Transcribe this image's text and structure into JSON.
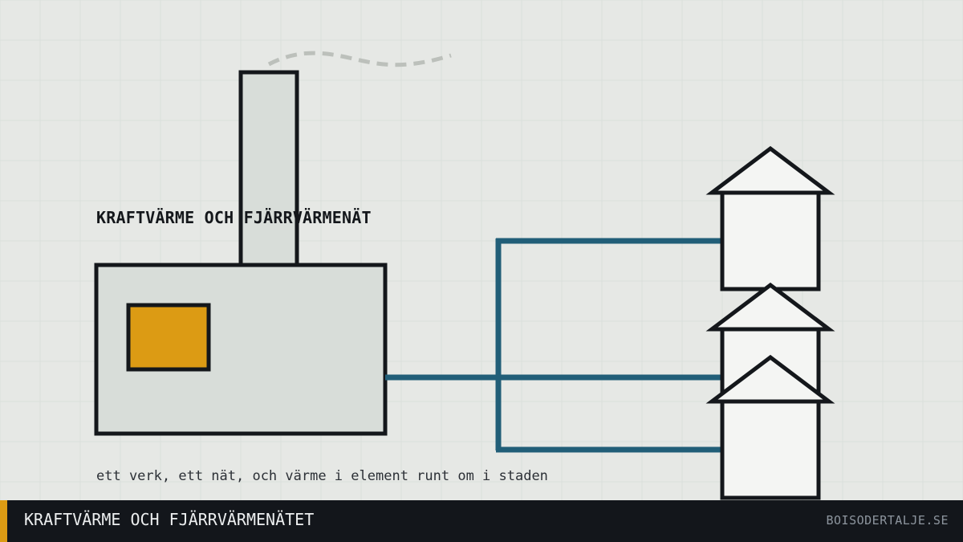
{
  "diagram": {
    "title": "KRAFTVÄRME OCH FJÄRRVÄRMENÄT",
    "caption": "ett verk, ett nät, och värme i element runt om i staden"
  },
  "footer": {
    "title": "KRAFTVÄRME OCH FJÄRRVÄRMENÄTET",
    "site": "BOISODERTALJE.SE"
  },
  "colors": {
    "background": "#e6e8e5",
    "grid": "#dadfdb",
    "plant_fill": "#d8ddd9",
    "outline": "#14171b",
    "furnace": "#dc9b14",
    "pipe": "#215e78",
    "house_fill": "#f4f5f3",
    "smoke": "#bcc0bb",
    "footer_bg": "#13161b",
    "footer_accent": "#dc9b14"
  }
}
